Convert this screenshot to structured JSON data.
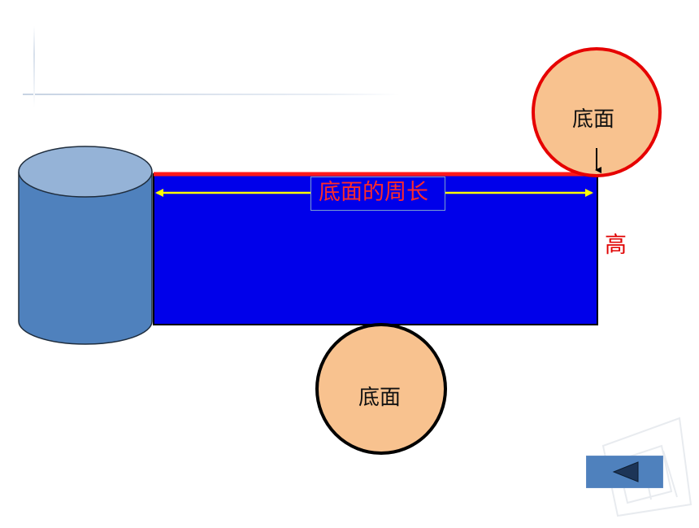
{
  "diagram": {
    "labels": {
      "top_circle": "底面",
      "bottom_circle": "底面",
      "perimeter": "底面的周长",
      "height": "高"
    },
    "colors": {
      "rectangle_fill": "#0000ea",
      "top_edge": "#ff1a1a",
      "arrow": "#ffff00",
      "circle_fill": "#f8c28f",
      "top_circle_border": "#e60000",
      "bottom_circle_border": "#000000",
      "cylinder_body": "#4f81bd",
      "cylinder_top": "#95b3d7",
      "back_button": "#4f81bd"
    },
    "icons": {
      "back": "back-arrow-icon",
      "pointer": "down-arrow-icon"
    }
  }
}
